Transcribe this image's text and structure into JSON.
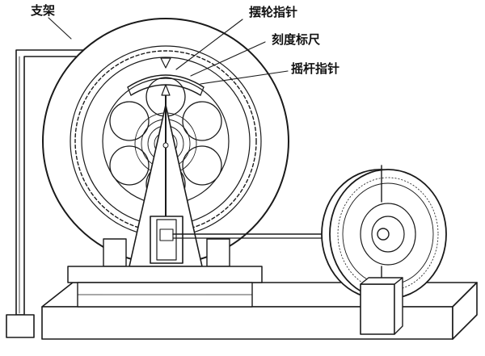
{
  "labels": {
    "stand": "支架",
    "balance_wheel_pointer": "摆轮指针",
    "scale": "刻度标尺",
    "rocker_pointer": "摇杆指针"
  }
}
